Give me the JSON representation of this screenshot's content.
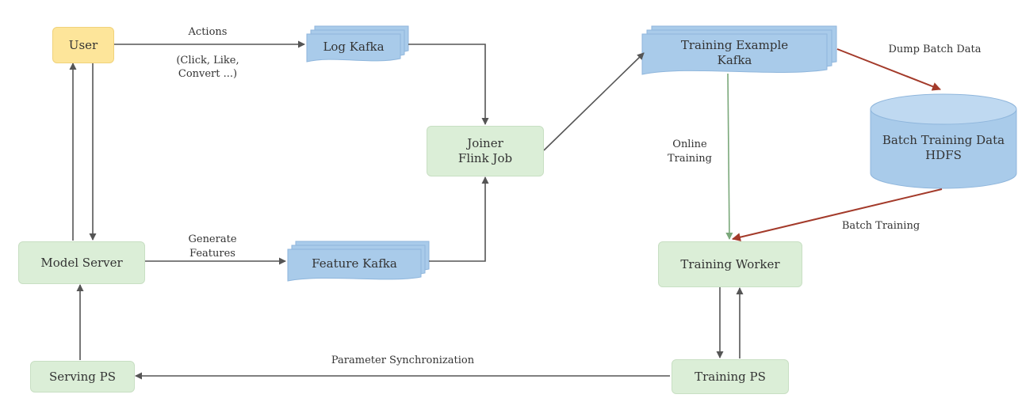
{
  "nodes": {
    "user": "User",
    "log_kafka": "Log Kafka",
    "training_example_kafka_line1": "Training Example",
    "training_example_kafka_line2": "Kafka",
    "joiner_line1": "Joiner",
    "joiner_line2": "Flink Job",
    "batch_data_line1": "Batch Training Data",
    "batch_data_line2": "HDFS",
    "model_server": "Model Server",
    "feature_kafka": "Feature Kafka",
    "training_worker": "Training Worker",
    "serving_ps": "Serving PS",
    "training_ps": "Training PS"
  },
  "edges": {
    "actions": "Actions",
    "actions_detail_line1": "(Click, Like,",
    "actions_detail_line2": "Convert ...)",
    "dump_batch_data": "Dump Batch Data",
    "online_training_line1": "Online",
    "online_training_line2": "Training",
    "batch_training": "Batch Training",
    "generate_features_line1": "Generate",
    "generate_features_line2": "Features",
    "parameter_sync": "Parameter Synchronization"
  },
  "colors": {
    "blue_node": "#a9cbea",
    "green_node": "#dbeed7",
    "yellow_node": "#fde59a",
    "arrow": "#555555",
    "online_arrow": "#8bb98b",
    "batch_arrow": "#a33a2a"
  }
}
